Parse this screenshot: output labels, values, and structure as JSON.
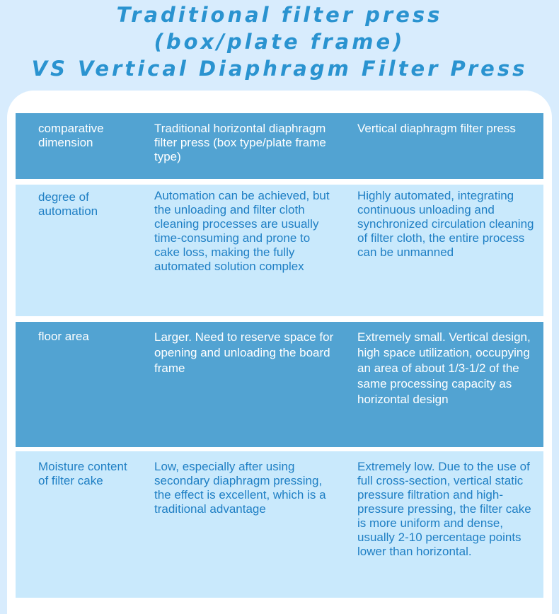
{
  "title": {
    "line1": "Traditional filter press",
    "line2": "(box/plate frame)",
    "line3": "VS Vertical Diaphragm Filter Press"
  },
  "table": {
    "header": [
      "comparative dimension",
      "Traditional horizontal diaphragm filter press (box type/plate frame type)",
      "Vertical diaphragm filter press"
    ],
    "rows": [
      [
        "degree of automation",
        "Automation can be achieved, but the unloading and filter cloth cleaning processes are usually time-consuming and prone to cake loss, making the fully automated solution complex",
        "Highly automated, integrating continuous unloading and synchronized circulation cleaning of filter cloth, the entire process can be unmanned"
      ],
      [
        "floor area",
        "Larger. Need to reserve space for opening and unloading the board frame",
        "Extremely small. Vertical design, high space utilization, occupying an area of about 1/3-1/2 of the same processing capacity as horizontal design"
      ],
      [
        "Moisture content of filter cake",
        "Low, especially after using secondary diaphragm pressing, the effect is excellent, which is a traditional advantage",
        "Extremely low. Due to the use of full cross-section, vertical static pressure filtration and high-pressure pressing, the filter cake is more uniform and dense, usually 2-10 percentage points lower than horizontal."
      ]
    ]
  },
  "colors": {
    "background": "#d8ecfd",
    "header": "#52a3d2",
    "light_row": "#c9e9fc",
    "text_blue": "#1f7fc4"
  }
}
